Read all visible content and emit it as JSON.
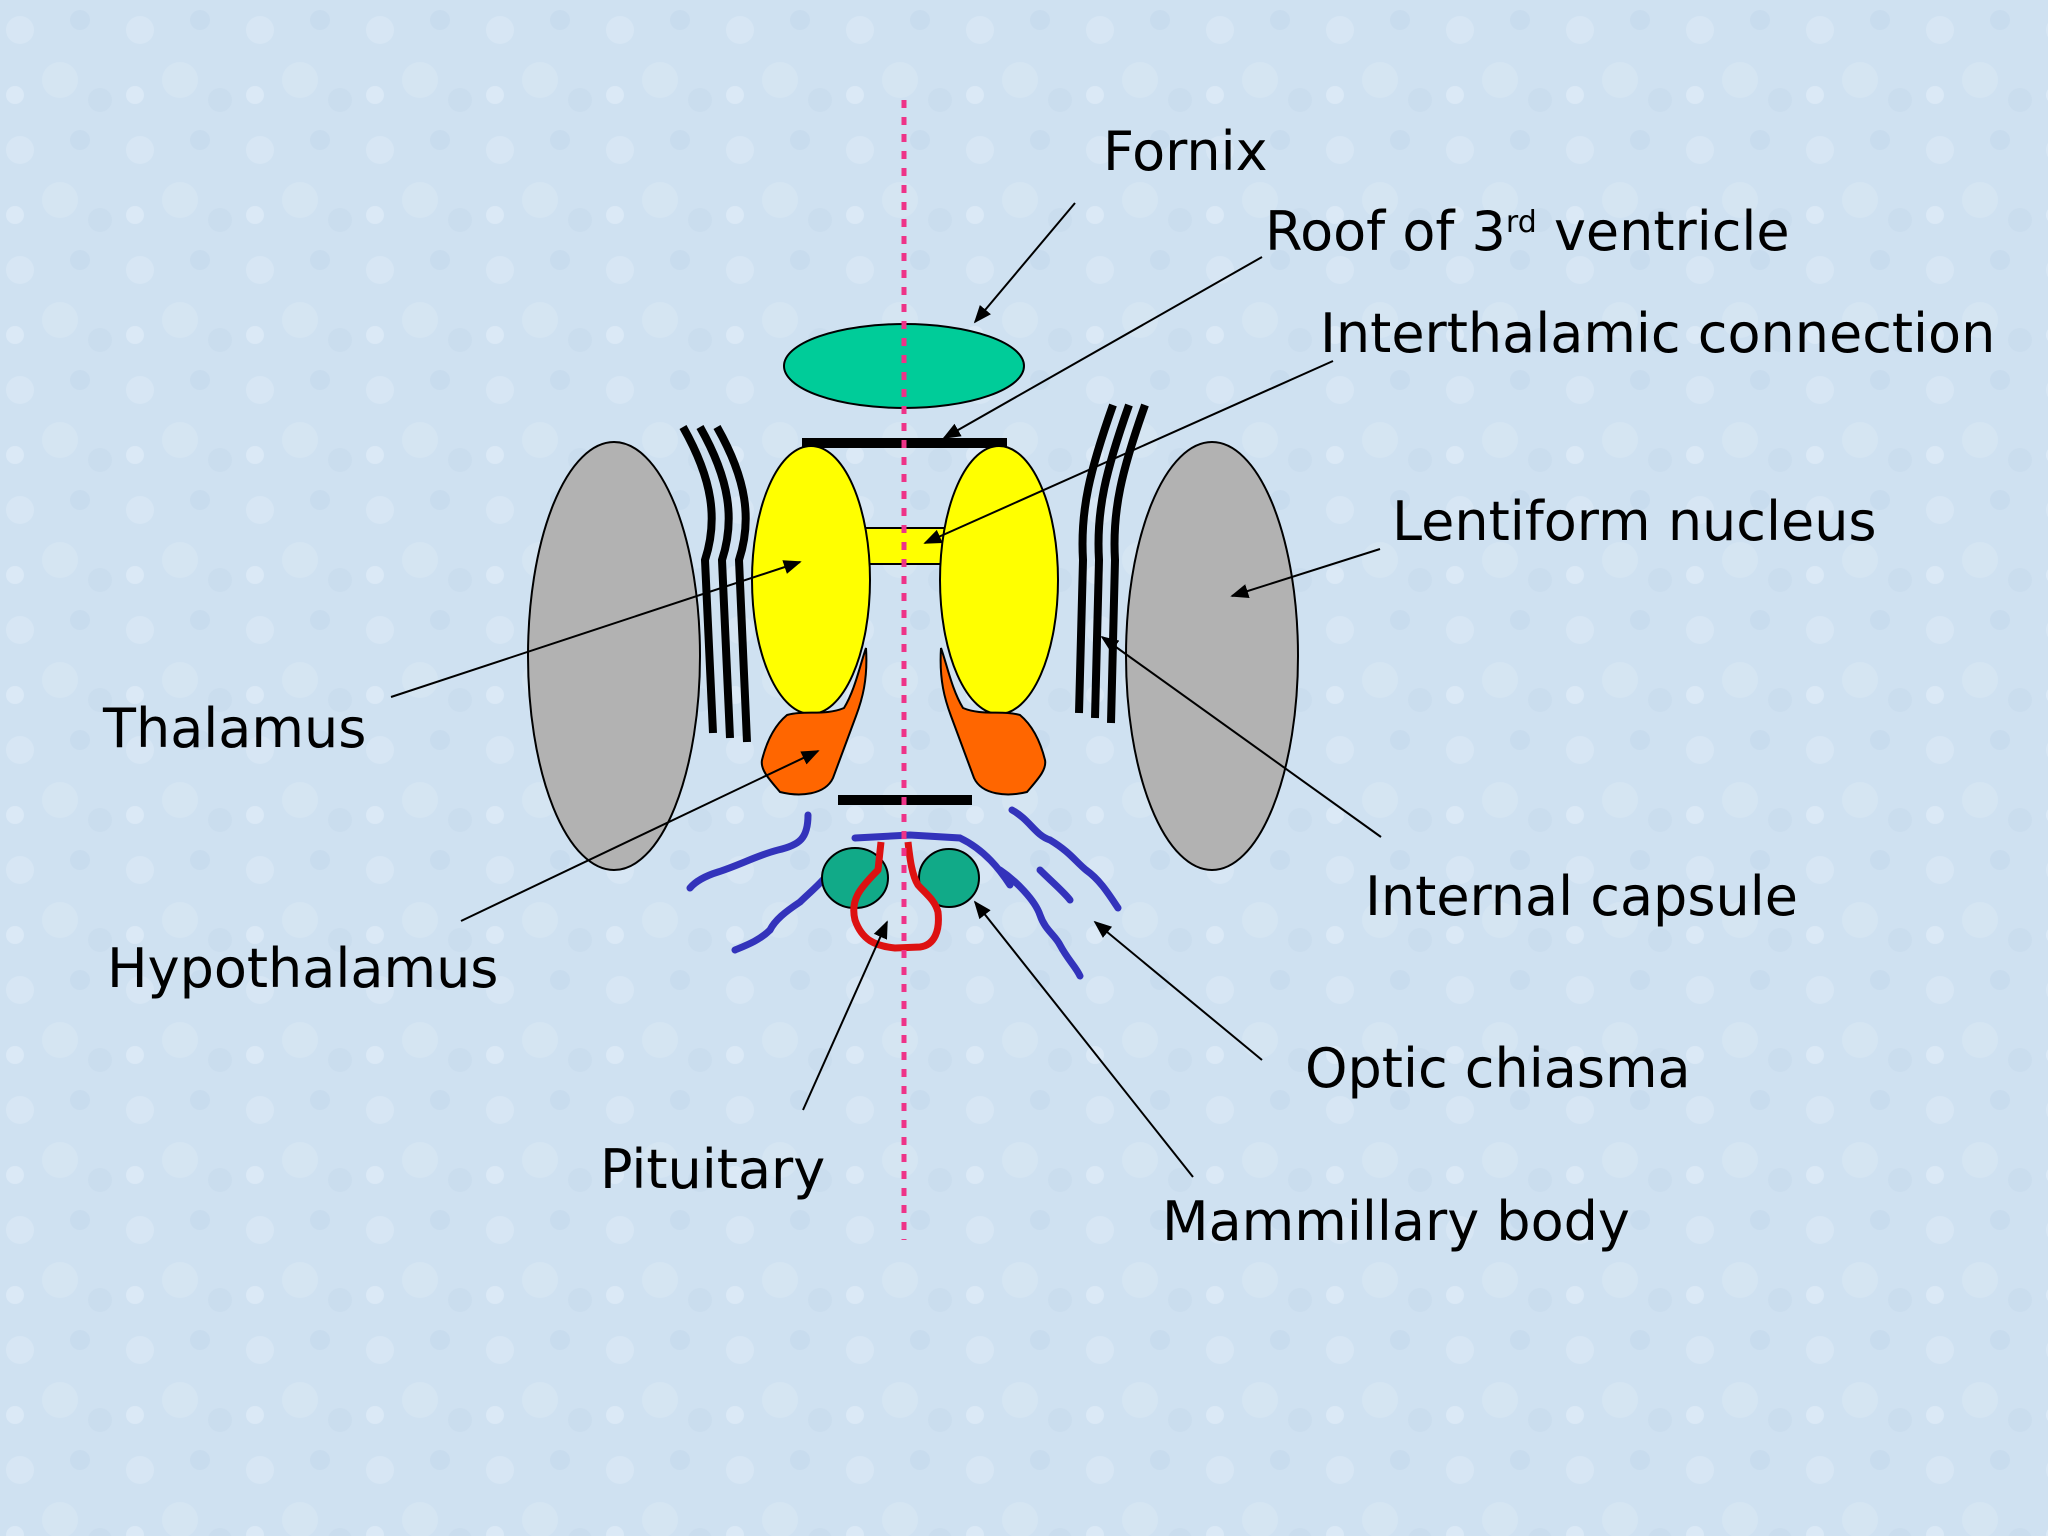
{
  "diagram": {
    "labels": {
      "fornix": "Fornix",
      "roof_pre": "Roof of 3",
      "roof_sup": "rd",
      "roof_post": " ventricle",
      "interthalamic": "Interthalamic connection",
      "lentiform": "Lentiform nucleus",
      "thalamus": "Thalamus",
      "internal_capsule": "Internal capsule",
      "hypothalamus": "Hypothalamus",
      "optic_chiasma": "Optic chiasma",
      "pituitary": "Pituitary",
      "mammillary": "Mammillary body"
    },
    "colors": {
      "background": "#cfe1f1",
      "fornix": "#00cc99",
      "thalamus": "#ffff00",
      "hypothalamus": "#ff6600",
      "lentiform": "#b2b2b2",
      "optic_tract": "#3333bb",
      "pituitary": "#dd1111",
      "mammillary": "#11aa88",
      "midline": "#ee3388"
    }
  }
}
